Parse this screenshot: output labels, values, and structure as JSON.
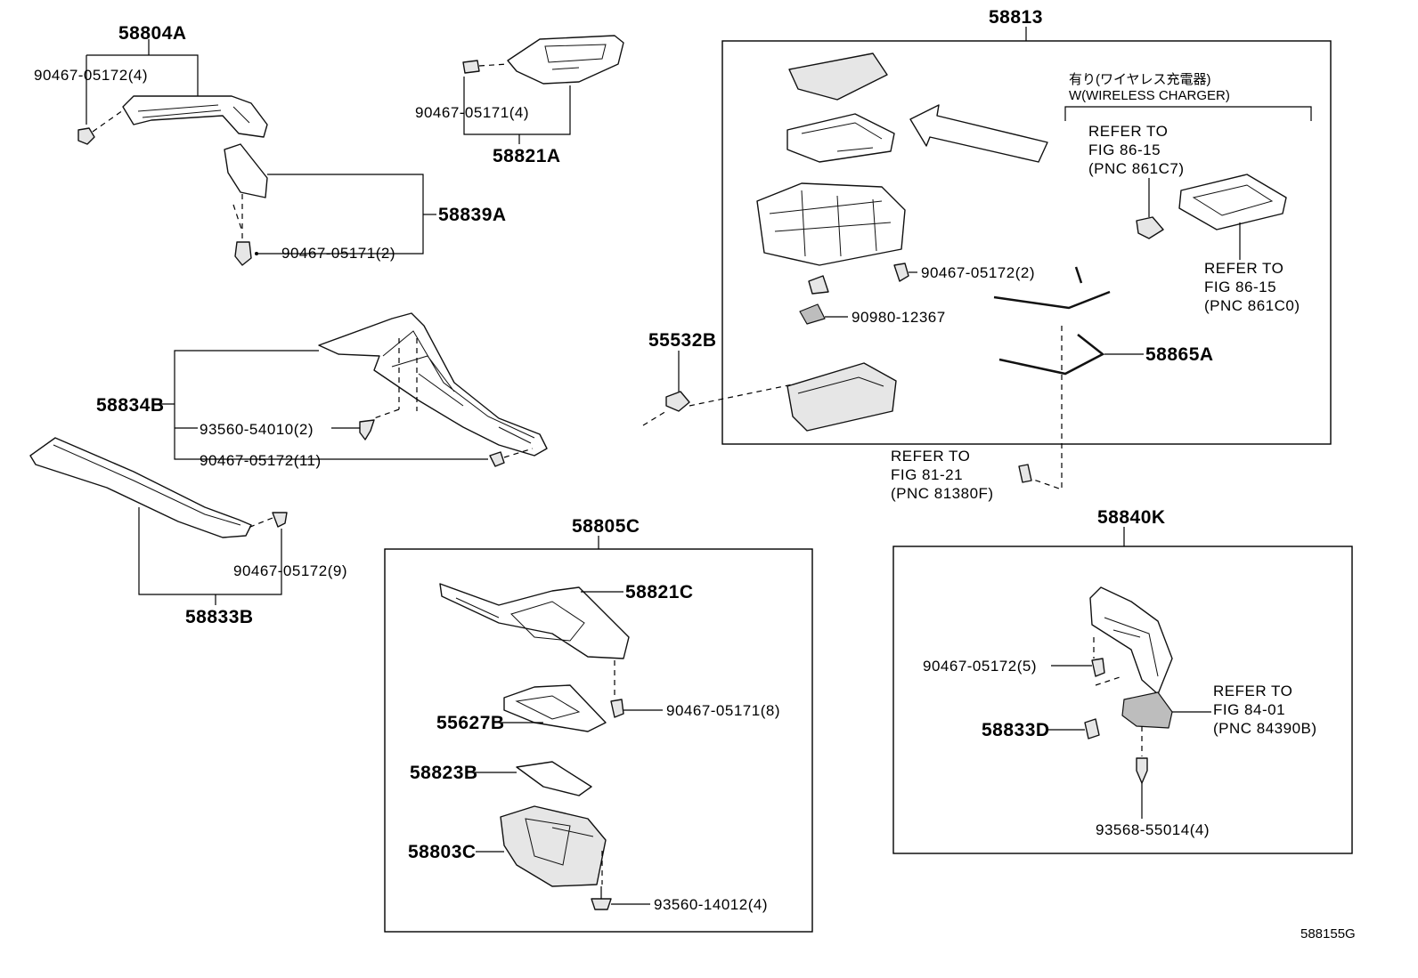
{
  "diagram_id": "588155G",
  "groups": {
    "g58804A": {
      "part": "58804A",
      "clip": "90467-05172(4)"
    },
    "g58821A": {
      "part": "58821A",
      "clip": "90467-05171(4)"
    },
    "g58839A": {
      "part": "58839A",
      "clip": "90467-05171(2)"
    },
    "g58834B": {
      "part": "58834B",
      "screw": "93560-54010(2)",
      "clip": "90467-05172(11)"
    },
    "g58833B": {
      "part": "58833B",
      "clip": "90467-05172(9)"
    },
    "g55532B": {
      "part": "55532B"
    },
    "g58813": {
      "part": "58813",
      "clip": "90467-05172(2)",
      "pad": "90980-12367",
      "cord": "58865A",
      "option_jp": "有り(ワイヤレス充電器)",
      "option_en": "W(WIRELESS CHARGER)",
      "ref_a": [
        "REFER TO",
        "FIG 86-15",
        "(PNC 861C7)"
      ],
      "ref_b": [
        "REFER TO",
        "FIG 86-15",
        "(PNC 861C0)"
      ]
    },
    "ref81": [
      "REFER TO",
      "FIG 81-21",
      "(PNC 81380F)"
    ],
    "g58805C": {
      "part": "58805C",
      "sub1": "58821C",
      "clip": "90467-05171(8)",
      "mat": "55627B",
      "sub2": "58823B",
      "holder": "58803C",
      "screw": "93560-14012(4)"
    },
    "g58840K": {
      "part": "58840K",
      "clip": "90467-05172(5)",
      "sub": "58833D",
      "ref": [
        "REFER TO",
        "FIG 84-01",
        "(PNC 84390B)"
      ],
      "screw": "93568-55014(4)"
    }
  }
}
